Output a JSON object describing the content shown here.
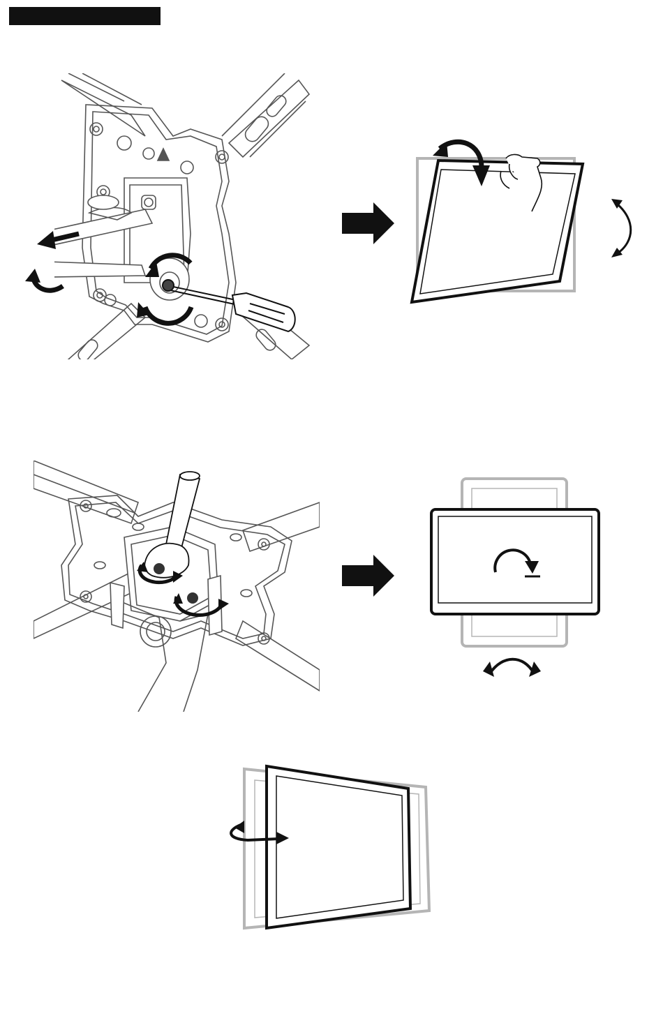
{
  "header": {
    "title": ""
  },
  "colors": {
    "ink": "#111111",
    "ghost": "#b5b5b5",
    "bracket": "#555555"
  },
  "figures": [
    {
      "name": "tilt-tension-adjustment",
      "icons": [
        "screwdriver-icon",
        "rotate-arrows-icon"
      ]
    },
    {
      "name": "tilt-result",
      "icons": [
        "right-arrow-icon",
        "tilt-arrow-icon",
        "hand-icon"
      ]
    },
    {
      "name": "level-adjustment",
      "icons": [
        "wrench-icon",
        "rotate-arrows-icon"
      ]
    },
    {
      "name": "level-result",
      "icons": [
        "right-arrow-icon",
        "rotate-arrow-icon"
      ]
    },
    {
      "name": "swivel-result",
      "icons": [
        "swivel-arrow-icon"
      ]
    }
  ]
}
